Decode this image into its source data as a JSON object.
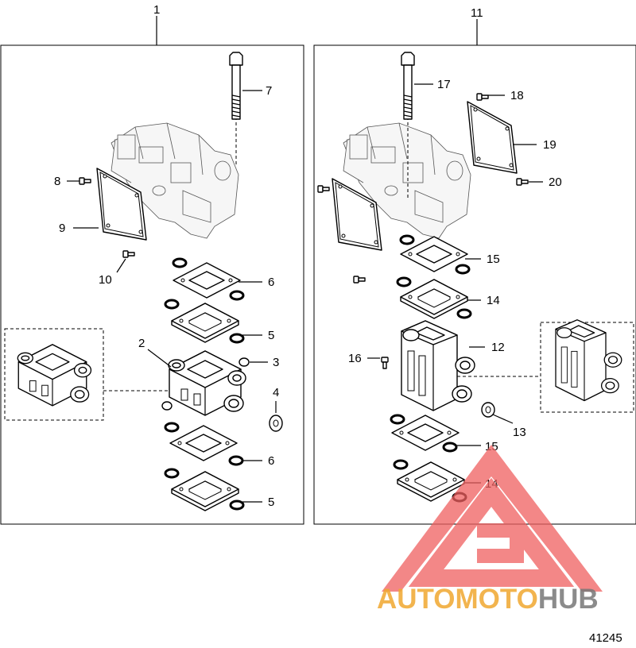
{
  "diagram": {
    "left_group": "1",
    "right_group": "11",
    "callouts": {
      "c2": "2",
      "c3": "3",
      "c4": "4",
      "c5a": "5",
      "c5b": "5",
      "c6a": "6",
      "c6b": "6",
      "c7": "7",
      "c8": "8",
      "c9": "9",
      "c10": "10",
      "c12": "12",
      "c13": "13",
      "c14a": "14",
      "c14b": "14",
      "c15a": "15",
      "c15b": "15",
      "c16": "16",
      "c17": "17",
      "c18": "18",
      "c19": "19",
      "c20": "20"
    },
    "figure_code": "41245"
  },
  "watermark": {
    "part1": "AUTOMOTO",
    "part2": "HUB",
    "color_primary": "#f0a830",
    "color_secondary": "#777777",
    "triangle_color": "#f06060"
  }
}
